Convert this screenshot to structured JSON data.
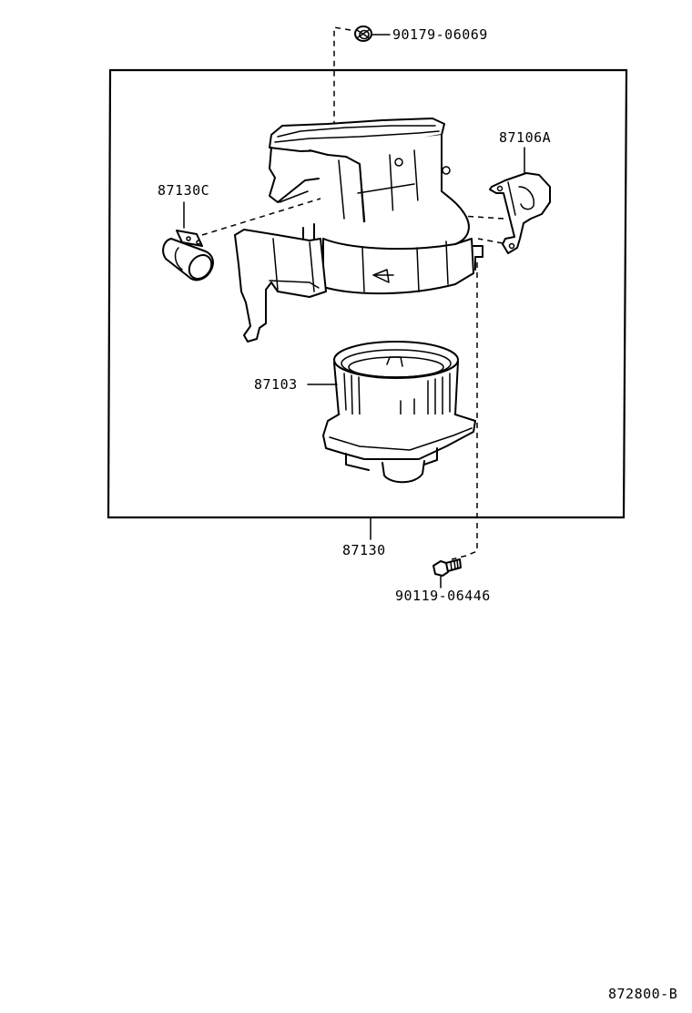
{
  "diagram": {
    "title": "Blower unit parts diagram",
    "reference_code": "872800-B",
    "line_color": "#000000",
    "background_color": "#ffffff"
  },
  "parts": {
    "nut": {
      "part_number": "90179-06069",
      "description": "nut"
    },
    "bracket": {
      "part_number": "87106A",
      "description": "mounting bracket"
    },
    "resistor": {
      "part_number": "87130C",
      "description": "blower resistor"
    },
    "blower_motor": {
      "part_number": "87103",
      "description": "blower motor with fan"
    },
    "blower_assembly": {
      "part_number": "87130",
      "description": "blower assembly (boxed group)"
    },
    "bolt": {
      "part_number": "90119-06446",
      "description": "bolt"
    }
  }
}
